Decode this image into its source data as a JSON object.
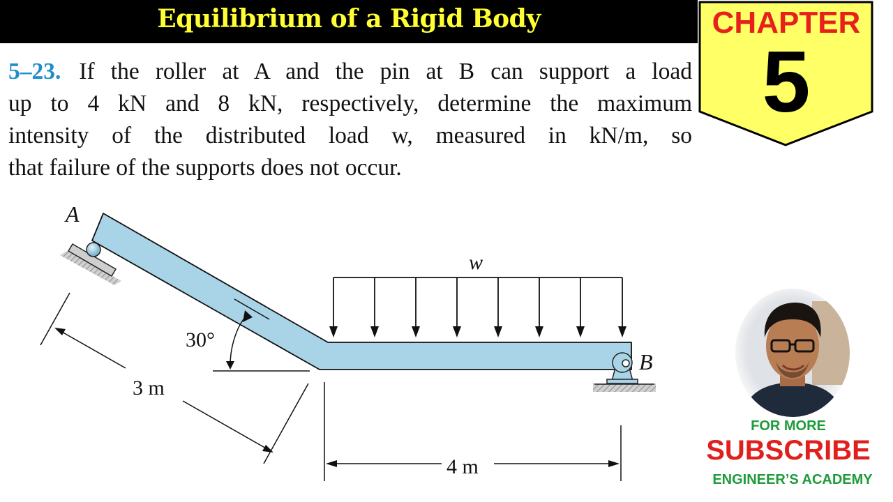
{
  "header": {
    "title": "Equilibrium of a Rigid Body"
  },
  "badge": {
    "word": "CHAPTER",
    "number": "5"
  },
  "problem": {
    "number": "5–23.",
    "lines": [
      "If the roller at A and the pin at B can support a load",
      "up to 4 kN and 8 kN, respectively, determine the maximum",
      "intensity of the distributed load w, measured in kN/m, so",
      "that failure of the supports does not occur."
    ]
  },
  "figure": {
    "label_A": "A",
    "label_B": "B",
    "label_w": "w",
    "angle": "30°",
    "dim_incline": "3 m",
    "dim_horizontal": "4 m"
  },
  "promo": {
    "for_more": "FOR MORE",
    "subscribe": "SUBSCRIBE",
    "channel": "ENGINEER’S ACADEMY"
  },
  "colors": {
    "title_bg": "#000000",
    "title_text": "#FFFF33",
    "badge_fill": "#FFFF66",
    "badge_word": "#E8201C",
    "problem_number": "#1F8DC9",
    "beam_fill": "#A9D3E6",
    "promo_green": "#1E9B3B",
    "promo_red": "#E0201C"
  }
}
